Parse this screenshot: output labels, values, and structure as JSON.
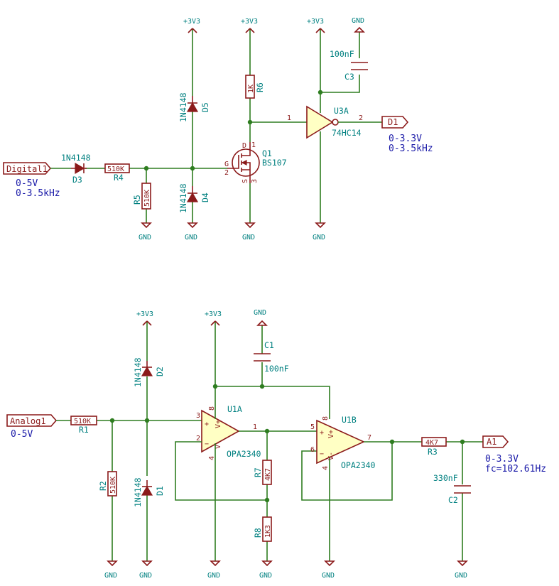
{
  "top": {
    "input_port": "Digital1",
    "input_note1": "0-5V",
    "input_note2": "0-3.5kHz",
    "output_port": "D1",
    "output_note1": "0-3.3V",
    "output_note2": "0-3.5kHz",
    "d3_value": "1N4148",
    "d3_ref": "D3",
    "r4_value": "510K",
    "r4_ref": "R4",
    "r5_value": "510K",
    "r5_ref": "R5",
    "d5_value": "1N4148",
    "d5_ref": "D5",
    "d4_value": "1N4148",
    "d4_ref": "D4",
    "r6_value": "1K",
    "r6_ref": "R6",
    "q1_ref": "Q1",
    "q1_value": "BS107",
    "q1_pin_g": "G",
    "q1_pin_d": "D",
    "q1_pin_s": "S",
    "q1_pin2": "2",
    "q1_pin1": "1",
    "q1_pin3": "3",
    "u3_ref": "U3A",
    "u3_value": "74HC14",
    "u3_pin_in": "1",
    "u3_pin_out": "2",
    "c3_value": "100nF",
    "c3_ref": "C3",
    "pwr_label": "+3V3",
    "gnd_label": "GND"
  },
  "bottom": {
    "input_port": "Analog1",
    "input_note1": "0-5V",
    "output_port": "A1",
    "output_note1": "0-3.3V",
    "output_note2": "fc=102.61Hz",
    "r1_value": "510K",
    "r1_ref": "R1",
    "r2_value": "510K",
    "r2_ref": "R2",
    "d2_value": "1N4148",
    "d2_ref": "D2",
    "d1_value": "1N4148",
    "d1_ref": "D1",
    "u1a_ref": "U1A",
    "u1a_value": "OPA2340",
    "u1b_ref": "U1B",
    "u1b_value": "OPA2340",
    "c1_ref": "C1",
    "c1_value": "100nF",
    "r7_ref": "R7",
    "r7_value": "4K7",
    "r8_ref": "R8",
    "r8_value": "1K3",
    "r3_value": "4K7",
    "r3_ref": "R3",
    "c2_value": "330nF",
    "c2_ref": "C2",
    "pin3": "3",
    "pin2": "2",
    "pin1": "1",
    "pin8a": "8",
    "pin4a": "4",
    "pin5": "5",
    "pin6": "6",
    "pin7": "7",
    "pin8b": "8",
    "pin4b": "4",
    "sym_plus": "+",
    "sym_minus": "−",
    "sym_vpos": "V+",
    "sym_vneg": "V-",
    "pwr_label": "+3V3",
    "gnd_label": "GND"
  }
}
